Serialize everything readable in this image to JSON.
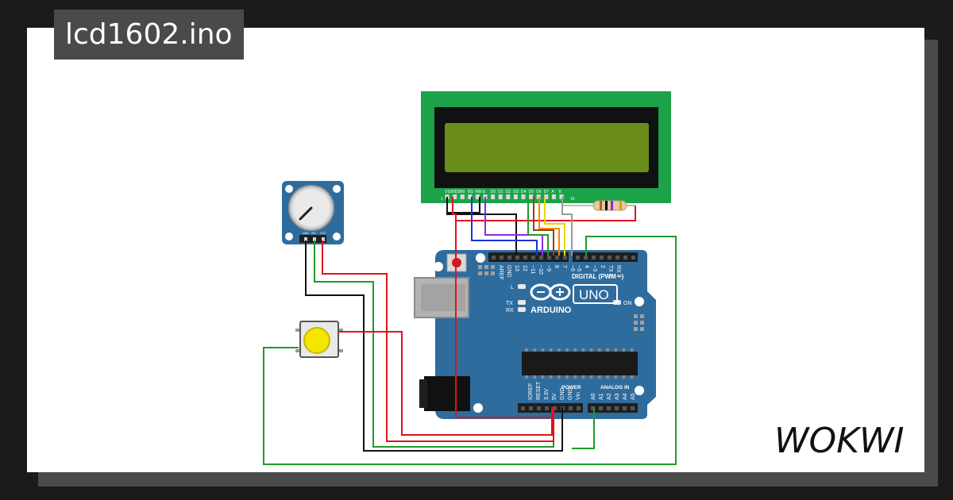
{
  "project": {
    "title": "lcd1602.ino"
  },
  "brand": {
    "logo_text": "WOKWI"
  },
  "lcd": {
    "pin_labels": [
      "VSS",
      "VDD",
      "V0",
      "RS",
      "RW",
      "E",
      "D0",
      "D1",
      "D2",
      "D3",
      "D4",
      "D5",
      "D6",
      "D7",
      "A",
      "K"
    ],
    "pin_first": "1",
    "pin_last": "16"
  },
  "potentiometer": {
    "pin_labels": [
      "GND",
      "SIG",
      "VCC"
    ]
  },
  "arduino": {
    "logo_text": "ARDUINO",
    "model": "UNO",
    "digital_header": "DIGITAL (PWM ~)",
    "top_pins": [
      "AREF",
      "GND",
      "13",
      "12",
      "~11",
      "~10",
      "~9",
      "8",
      "7",
      "~6",
      "~5",
      "4",
      "~3",
      "2",
      "TX 1",
      "RX 0"
    ],
    "led_l": "L",
    "led_tx": "TX",
    "led_rx": "RX",
    "on_label": "ON",
    "power_header": "POWER",
    "analog_header": "ANALOG IN",
    "power_pins": [
      "IOREF",
      "RESET",
      "3.3V",
      "5V",
      "GND",
      "GND",
      "Vin"
    ],
    "analog_pins": [
      "A0",
      "A1",
      "A2",
      "A3",
      "A4",
      "A5"
    ]
  },
  "colors": {
    "background": "#1b1b1b",
    "canvas": "#ffffff",
    "badge": "#4a4a4a",
    "lcd_board": "#1ca34a",
    "lcd_screen": "#6a8c1b",
    "arduino_board": "#2f6c9e",
    "button_cap": "#f3e600",
    "wire_red": "#e0131a",
    "wire_green": "#1f9a2a",
    "wire_black": "#111111",
    "wire_blue": "#2030e0",
    "wire_purple": "#8a2be2",
    "wire_orange": "#f08a00",
    "wire_yellow": "#e8d800",
    "wire_gray": "#9a9a9a"
  }
}
